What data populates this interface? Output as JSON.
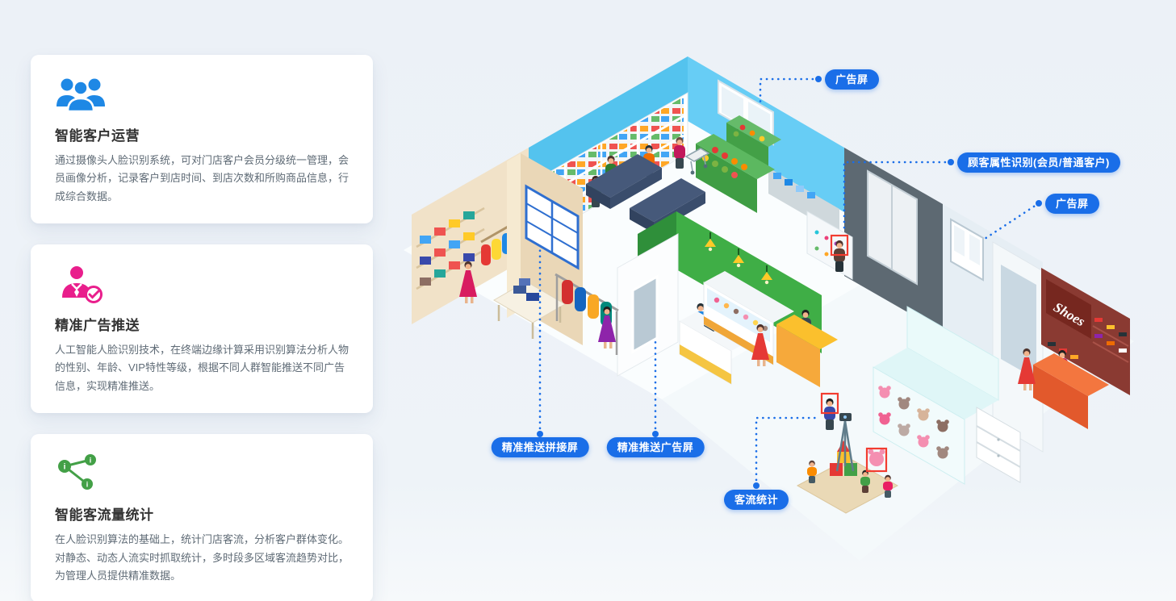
{
  "page": {
    "background": "#ecf1f7",
    "accent": "#1a6ee8"
  },
  "features": [
    {
      "icon": "users-icon",
      "icon_color": "#1e88e5",
      "title": "智能客户运营",
      "description": "通过摄像头人脸识别系统，可对门店客户会员分级统一管理，会员画像分析，记录客户到店时间、到店次数和所购商品信息，行成综合数据。"
    },
    {
      "icon": "person-check-icon",
      "icon_color": "#e91e8c",
      "title": "精准广告推送",
      "description": "人工智能人脸识别技术，在终端边缘计算采用识别算法分析人物的性别、年龄、VIP特性等级，根据不同人群智能推送不同广告信息，实现精准推送。"
    },
    {
      "icon": "network-nodes-icon",
      "icon_color": "#43a047",
      "title": "智能客流量统计",
      "description": "在人脸识别算法的基础上，统计门店客流，分析客户群体变化。对静态、动态人流实时抓取统计，多时段多区域客流趋势对比，为管理人员提供精准数据。"
    }
  ],
  "callouts": [
    {
      "label": "广告屏"
    },
    {
      "label": "顾客属性识别(会员/普通客户)"
    },
    {
      "label": "广告屏"
    },
    {
      "label": "精准推送拼接屏"
    },
    {
      "label": "精准推送广告屏"
    },
    {
      "label": "客流统计"
    }
  ],
  "illustration": {
    "shoe_sign": "Shoes",
    "detection_color": "#f23c30"
  }
}
